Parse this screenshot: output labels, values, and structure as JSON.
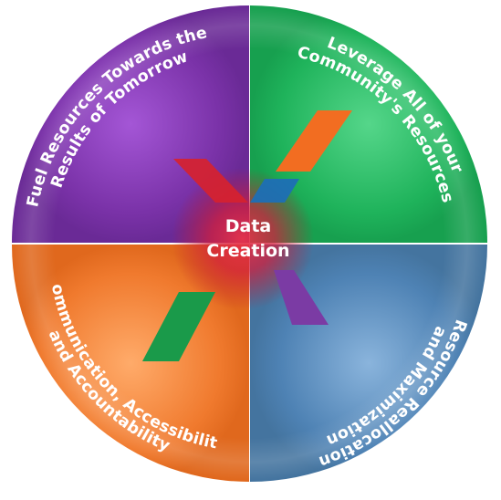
{
  "center": {
    "line1": "Data",
    "line2": "Creation"
  },
  "quadrants": {
    "top_left": {
      "line1": "Fuel Resources Towards the",
      "line2": "Results of Tomorrow",
      "color": "#7a32a8"
    },
    "top_right": {
      "line1": "Leverage All of your",
      "line2": "Community's Resources",
      "color": "#1fb35b"
    },
    "bottom_right": {
      "line1": "Resource Reallocation",
      "line2": "and Maximization",
      "color": "#4e82b4"
    },
    "bottom_left": {
      "line1": "Communication, Accessibility",
      "line2": "and Accountability",
      "color": "#f07a2e"
    }
  },
  "x_mark": {
    "colors": {
      "red": "#d6222f",
      "orange": "#f26d21",
      "blue": "#1e6fb5",
      "purple": "#7b3ba4",
      "green": "#1a9a4a"
    }
  }
}
